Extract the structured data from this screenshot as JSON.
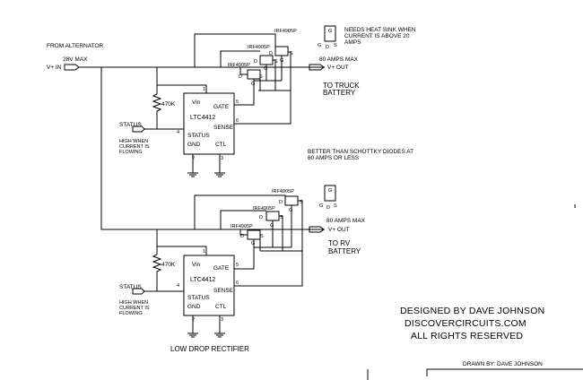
{
  "labels": {
    "from_alternator": "FROM ALTERNATOR",
    "v_in_max": "28V MAX",
    "v_in": "V+ IN",
    "heat_sink_note": [
      "NEEDS HEAT SINK WHEN",
      "CURRENT IS ABOVE 20",
      "AMPS"
    ],
    "better_than": [
      "BETTER THAN SCHOTTKY DIODES AT",
      "60 AMPS OR LESS"
    ],
    "low_drop_rectifier": "LOW DROP RECTIFIER"
  },
  "channels": [
    {
      "id": "top",
      "mosfets": [
        "IRF4905P",
        "IRF4905P",
        "IRF4905P"
      ],
      "ic": {
        "name": "LTC4412",
        "vin": "Vin",
        "gate": "GATE",
        "status": "STATUS",
        "sense": "SENSE",
        "gnd": "GND",
        "ctl": "CTL"
      },
      "pins": {
        "vin": "1",
        "gate": "5",
        "status": "4",
        "sense": "6",
        "gnd": "2",
        "ctl": "3"
      },
      "resistor": "470K",
      "status_label": "STATUS",
      "status_note": [
        "HIGH WHEN",
        "CURRENT IS",
        "FLOWING"
      ],
      "amps_max": "80 AMPS MAX",
      "v_out": "V+ OUT",
      "destination": [
        "TO TRUCK",
        "BATTERY"
      ]
    },
    {
      "id": "bottom",
      "mosfets": [
        "IRF4905P",
        "IRF4905P",
        "IRF4905P"
      ],
      "ic": {
        "name": "LTC4412",
        "vin": "Vin",
        "gate": "GATE",
        "status": "STATUS",
        "sense": "SENSE",
        "gnd": "GND",
        "ctl": "CTL"
      },
      "pins": {
        "vin": "1",
        "gate": "5",
        "status": "4",
        "sense": "6",
        "gnd": "2",
        "ctl": "3"
      },
      "resistor": "470K",
      "status_label": "STATUS",
      "status_note": [
        "HIGH WHEN",
        "CURRENT IS",
        "FLOWING"
      ],
      "amps_max": "80 AMPS MAX",
      "v_out": "V+ OUT",
      "destination": [
        "TO RV",
        "BATTERY"
      ]
    }
  ],
  "pin_letters": {
    "d": "D",
    "s": "S",
    "g": "G"
  },
  "credits": {
    "designed_by": "DESIGNED BY DAVE JOHNSON",
    "site": "DISCOVERCIRCUITS.COM",
    "rights": "ALL RIGHTS RESERVED",
    "drawn_by": "DRAWN BY: DAVE JOHNSON"
  }
}
